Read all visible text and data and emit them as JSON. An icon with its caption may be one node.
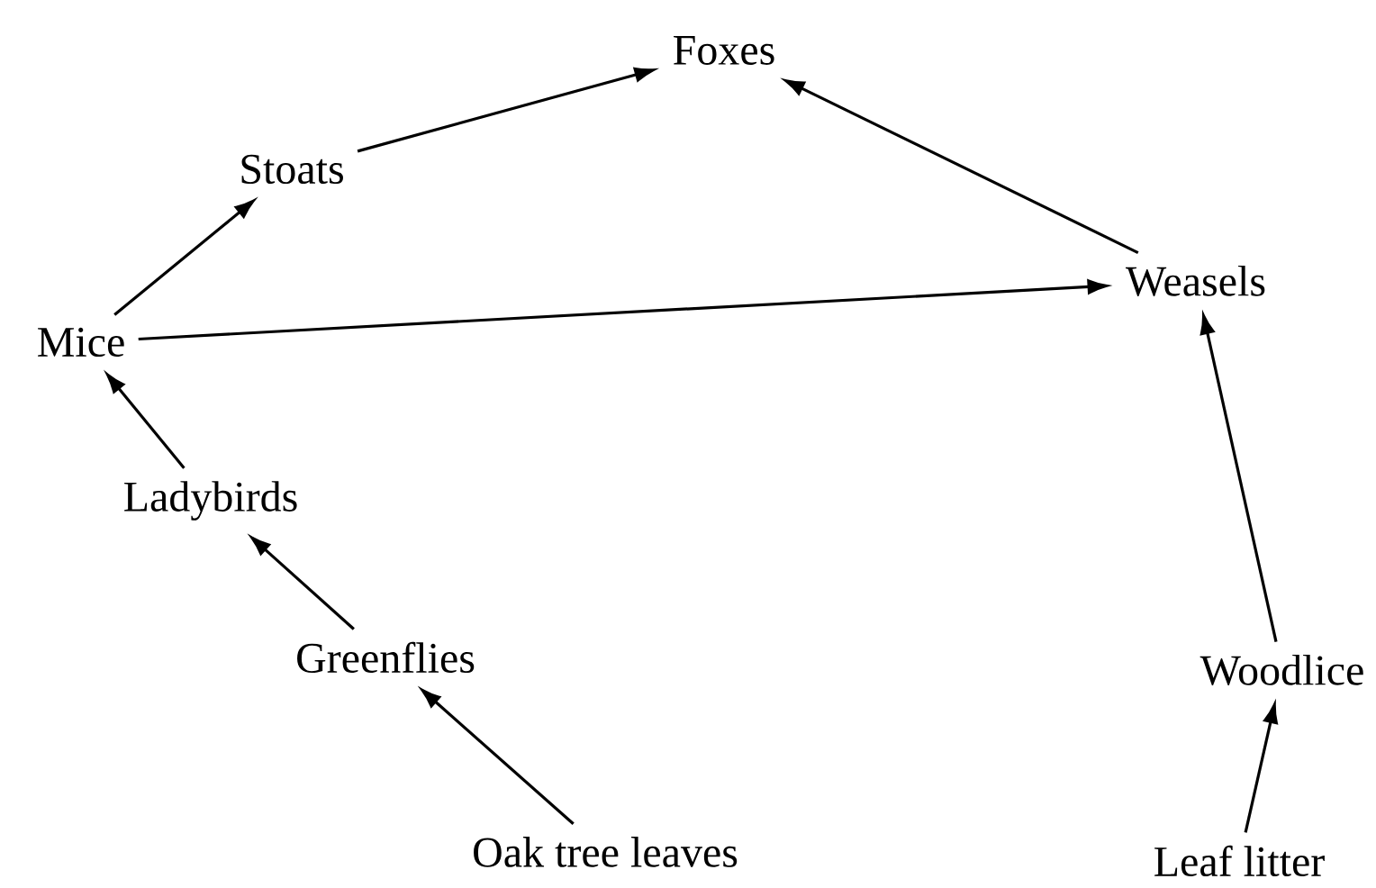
{
  "diagram": {
    "nodes": [
      {
        "text": [
          "Foxes"
        ]
      },
      {
        "text": [
          "Stoats"
        ]
      },
      {
        "text": [
          "Weasels"
        ]
      },
      {
        "text": [
          "Mice"
        ]
      },
      {
        "text": [
          "Ladybirds"
        ]
      },
      {
        "text": [
          "Woodlice"
        ]
      },
      {
        "text": [
          "Greenflies"
        ]
      },
      {
        "text": [
          "Oak tree leaves"
        ]
      },
      {
        "text": [
          "Leaf litter"
        ]
      }
    ],
    "edges": [
      {
        "from": 1,
        "to": 0,
        "arrow": "to"
      },
      {
        "from": 2,
        "to": 0,
        "arrow": "to"
      },
      {
        "from": 3,
        "to": 1,
        "arrow": "to"
      },
      {
        "from": 3,
        "to": 2,
        "arrow": "to"
      },
      {
        "from": 4,
        "to": 3,
        "arrow": "to"
      },
      {
        "from": 6,
        "to": 4,
        "arrow": "to"
      },
      {
        "from": 7,
        "to": 6,
        "arrow": "to"
      },
      {
        "from": 5,
        "to": 2,
        "arrow": "to"
      },
      {
        "from": 8,
        "to": 5,
        "arrow": "to"
      }
    ]
  }
}
